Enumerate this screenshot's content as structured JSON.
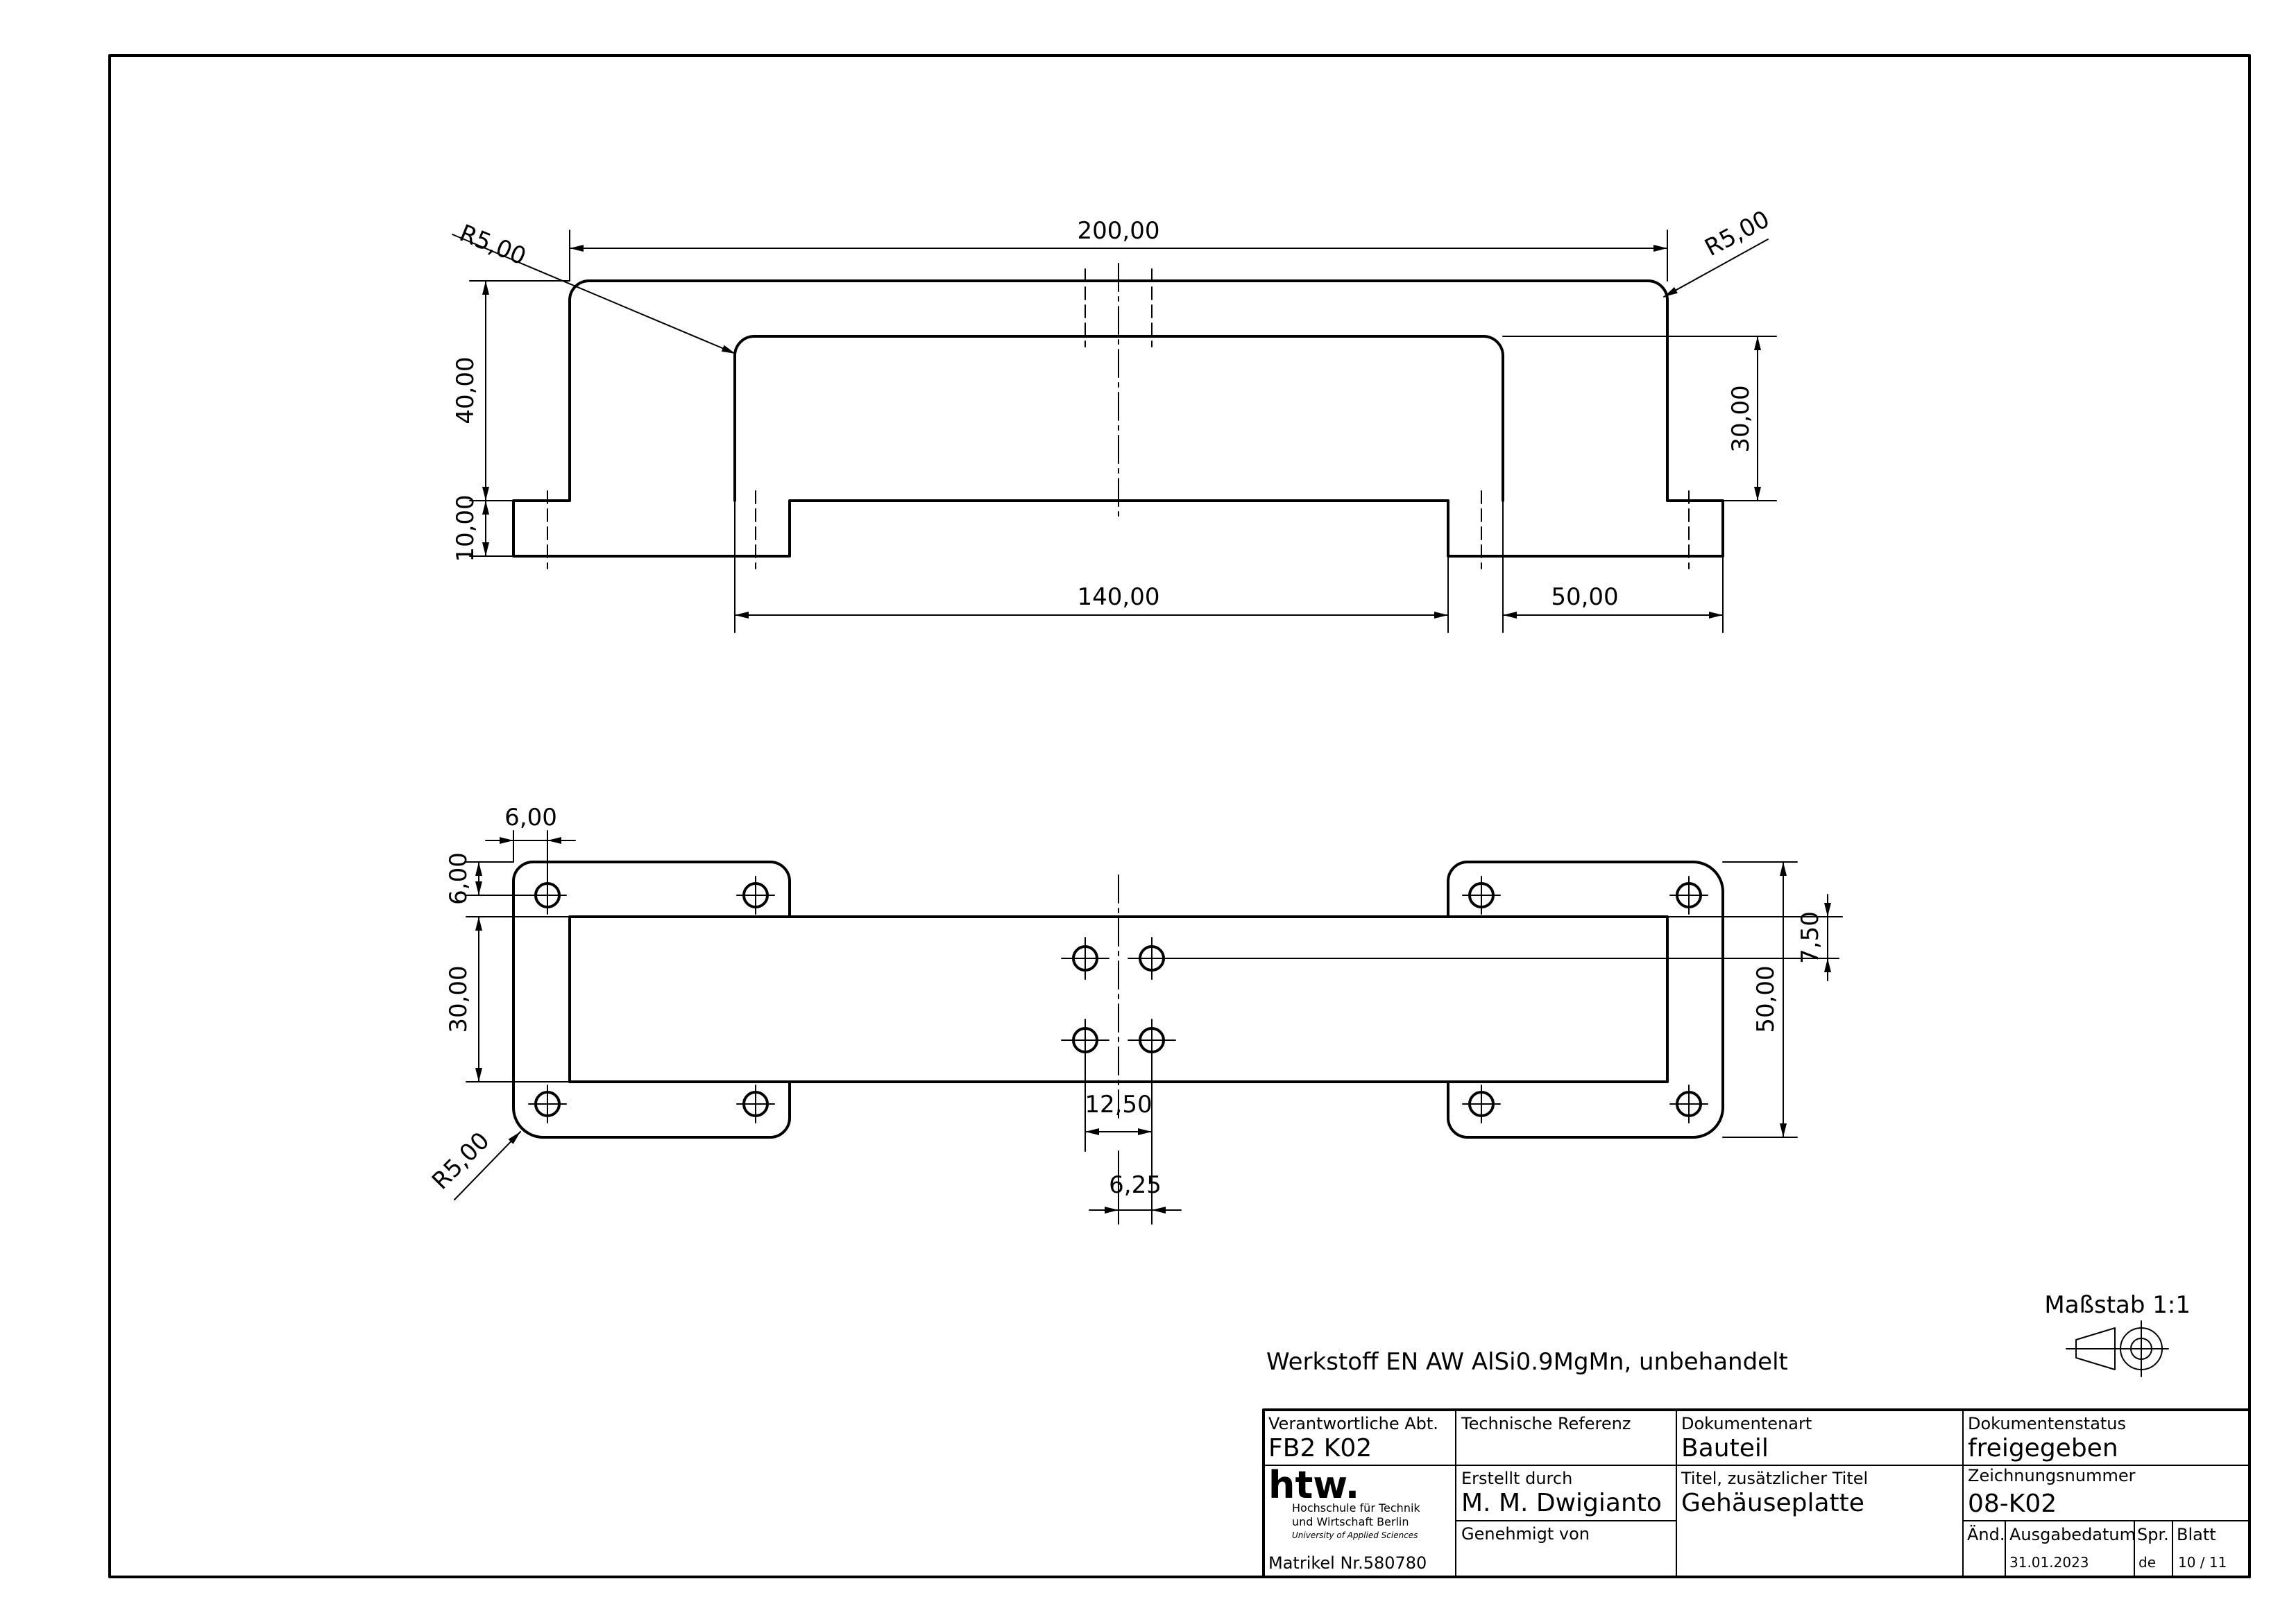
{
  "drawing": {
    "material": "Werkstoff EN AW AlSi0.9MgMn, unbehandelt",
    "scale_label": "Maßstab 1:1"
  },
  "dimensions": {
    "top": {
      "width_overall": "200,00",
      "radius_left": "R5,00",
      "radius_right": "R5,00",
      "height_outer": "40,00",
      "height_inner": "30,00",
      "flange_thickness": "10,00",
      "inner_width": "140,00",
      "flange_width": "50,00"
    },
    "bottom": {
      "hole_x": "6,00",
      "hole_y": "6,00",
      "body_height": "30,00",
      "radius": "R5,00",
      "hole_spacing": "12,50",
      "half_spacing": "6,25",
      "offset": "7,50",
      "total_height": "50,00"
    }
  },
  "title_block": {
    "department_label": "Verantwortliche Abt.",
    "department_value": "FB2 K02",
    "tech_ref_label": "Technische Referenz",
    "doc_type_label": "Dokumentenart",
    "doc_type_value": "Bauteil",
    "doc_status_label": "Dokumentenstatus",
    "doc_status_value": "freigegeben",
    "logo_text": "htw.",
    "institution_line1": "Hochschule für Technik",
    "institution_line2": "und Wirtschaft Berlin",
    "institution_line3": "University of Applied Sciences",
    "matrikel": "Matrikel Nr.580780",
    "created_by_label": "Erstellt durch",
    "created_by_value": "M. M. Dwigianto",
    "approved_by_label": "Genehmigt von",
    "title_label": "Titel, zusätzlicher Titel",
    "title_value": "Gehäuseplatte",
    "drawing_number_label": "Zeichnungsnummer",
    "drawing_number_value": "08-K02",
    "revision_label": "Änd.",
    "issue_date_label": "Ausgabedatum",
    "issue_date_value": "31.01.2023",
    "language_label": "Spr.",
    "language_value": "de",
    "sheet_label": "Blatt",
    "sheet_value": "10 / 11"
  }
}
